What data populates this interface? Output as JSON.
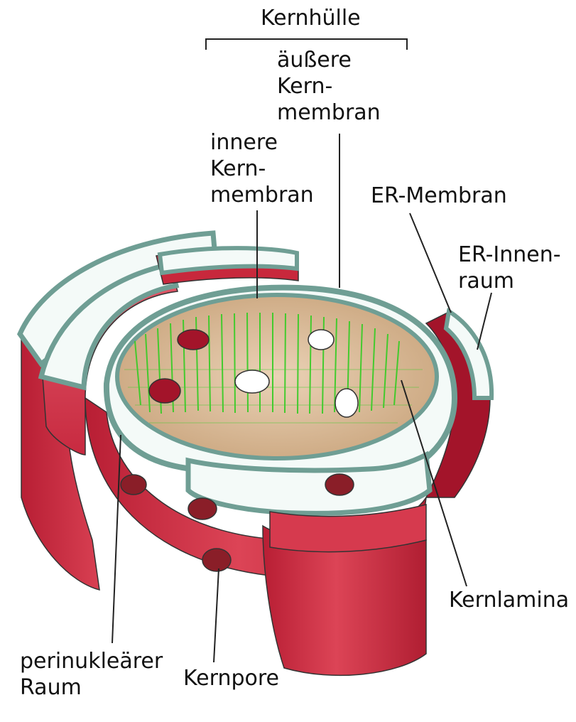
{
  "labels": {
    "nuclear_envelope": "Kernhülle",
    "outer_membrane": [
      "äußere",
      "Kern-",
      "membran"
    ],
    "inner_membrane": [
      "innere",
      "Kern-",
      "membran"
    ],
    "er_membrane": "ER-Membran",
    "er_lumen": [
      "ER-Innen-",
      "raum"
    ],
    "nuclear_lamina": "Kernlamina",
    "perinuclear_space": [
      "perinukleärer",
      "Raum"
    ],
    "nuclear_pore": "Kernpore"
  },
  "colors": {
    "membrane_red": "#c8283c",
    "membrane_dark_red": "#a3142a",
    "lumen_white": "#f4faf8",
    "membrane_edge_teal": "#6f9e94",
    "lamina_green": "#33cc22",
    "nucleoplasm_tan": "#d8b896"
  }
}
